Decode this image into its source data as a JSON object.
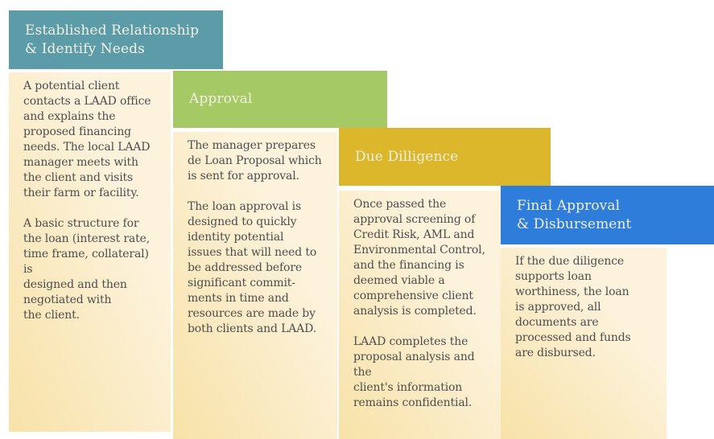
{
  "colors": {
    "page_bg": "#ffffff",
    "header_text": "#f2f0e3",
    "body_text": "#4d4d4d",
    "body_bg_top": "#fdf3dd",
    "body_bg_bottom": "#f8e2a8"
  },
  "stages": [
    {
      "id": "established-relationship",
      "title": "Established Relationship\n& Identify Needs",
      "header_color": "#5c9ca9",
      "body": "A potential client\ncontacts a LAAD office\nand explains the\nproposed financing\nneeds. The local LAAD\nmanager meets with\nthe client and visits\ntheir farm or facility.\n\nA basic structure for\nthe loan (interest rate,\ntime frame, collateral) is\ndesigned and then\nnegotiated with\nthe client."
    },
    {
      "id": "approval",
      "title": "Approval",
      "header_color": "#a5c964",
      "body": "The manager prepares\nde Loan Proposal which\nis sent for approval.\n\nThe loan approval is\ndesigned to quickly\nidentity potential\nissues that will need to\nbe addressed before\nsignificant commit-\nments in time and\nresources are made by\nboth clients and LAAD."
    },
    {
      "id": "due-dilligence",
      "title": "Due Dilligence",
      "header_color": "#dcb72b",
      "body": "Once passed the\napproval screening of\nCredit Risk, AML and\nEnvironmental Control,\nand the financing is\ndeemed viable a\ncomprehensive client\nanalysis is completed.\n\nLAAD completes the\nproposal analysis and the\nclient's information\nremains confidential."
    },
    {
      "id": "final-approval-disbursement",
      "title": "Final Approval\n& Disbursement",
      "header_color": "#2e7dda",
      "body": "If the due diligence\nsupports loan\nworthiness, the loan\nis approved, all\ndocuments are\nprocessed and funds\nare disbursed."
    }
  ]
}
